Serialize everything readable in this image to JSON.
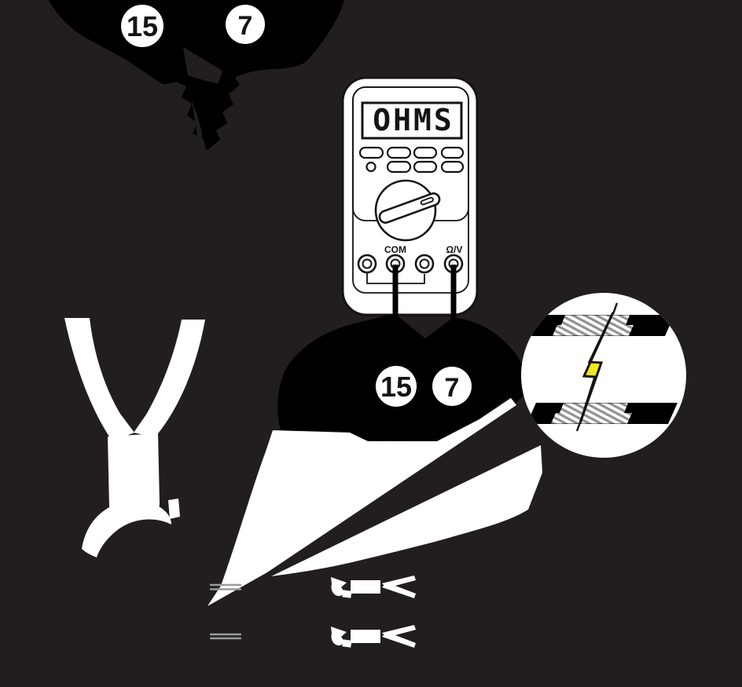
{
  "figure": {
    "kind": "multimeter-resistance-test-diagram"
  },
  "colors": {
    "background": "#221e1f",
    "silhouette_black": "#000000",
    "artwork_white": "#ffffff",
    "line_black": "#161313",
    "bolt_yellow": "#f3e71d",
    "hatch_gray": "#8f9193",
    "dash_gray": "#9a9a9a"
  },
  "top_connector": {
    "labels": [
      "15",
      "7"
    ]
  },
  "multimeter": {
    "display": "OHMS",
    "jacks": {
      "com_label": "COM",
      "ohm_v_label": "Ω/V"
    }
  },
  "probe_circuit": {
    "labels": [
      "15",
      "7"
    ]
  },
  "icons": {
    "short_circuit": "lightning-bolt",
    "stripped_wire_ends": 2,
    "terminal_dashes": 2
  }
}
